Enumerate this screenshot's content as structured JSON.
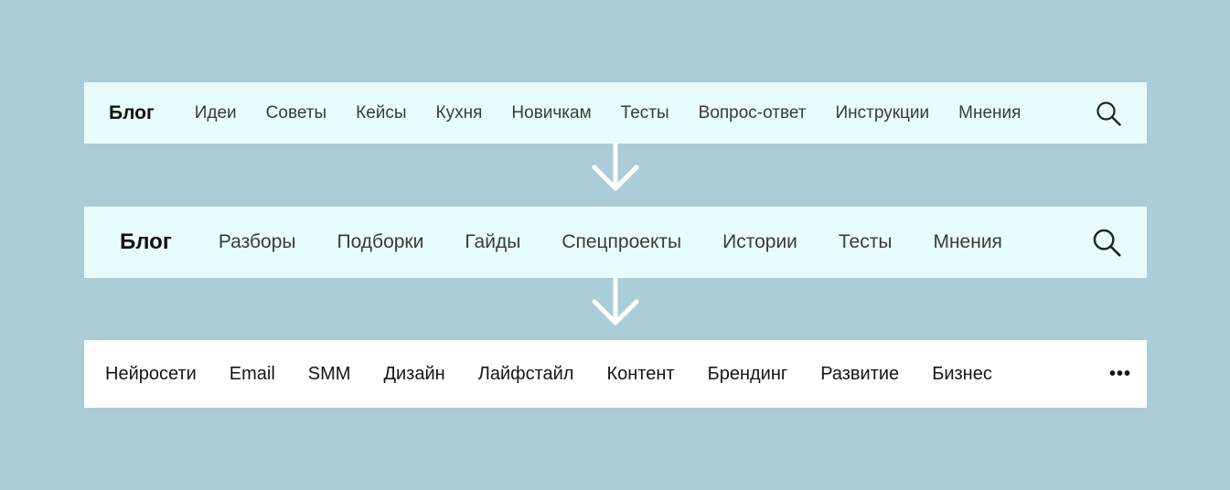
{
  "nav_v1": {
    "logo": "Блог",
    "items": [
      "Идеи",
      "Советы",
      "Кейсы",
      "Кухня",
      "Новичкам",
      "Тесты",
      "Вопрос-ответ",
      "Инструкции",
      "Мнения"
    ],
    "search_icon": "search-icon"
  },
  "nav_v2": {
    "logo": "Блог",
    "items": [
      "Разборы",
      "Подборки",
      "Гайды",
      "Спецпроекты",
      "Истории",
      "Тесты",
      "Мнения"
    ],
    "search_icon": "search-icon"
  },
  "nav_v3": {
    "items": [
      "Нейросети",
      "Email",
      "SMM",
      "Дизайн",
      "Лайфстайл",
      "Контент",
      "Брендинг",
      "Развитие",
      "Бизнес"
    ],
    "more": "•••"
  },
  "arrows": [
    "arrow-down-icon",
    "arrow-down-icon"
  ],
  "colors": {
    "background": "#abcdd8",
    "bar_light": "#e8fcfd",
    "bar_white": "#ffffff",
    "arrow": "#ffffff"
  }
}
